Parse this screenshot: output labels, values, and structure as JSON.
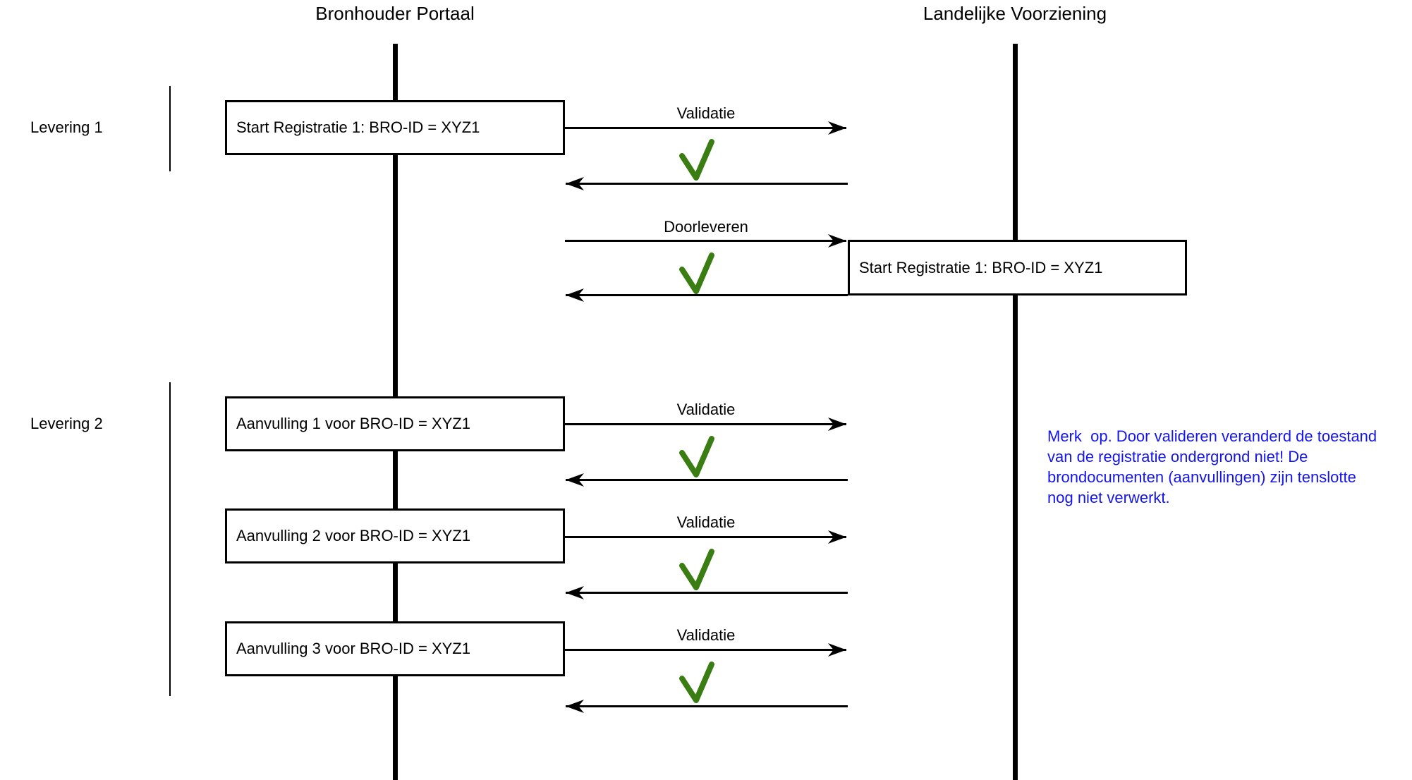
{
  "lifelines": [
    {
      "label": "Bronhouder Portaal"
    },
    {
      "label": "Landelijke Voorziening"
    }
  ],
  "groups": [
    {
      "label": "Levering 1"
    },
    {
      "label": "Levering 2"
    }
  ],
  "boxes": [
    {
      "label": "Start Registratie 1: BRO-ID = XYZ1"
    },
    {
      "label": "Start Registratie 1: BRO-ID = XYZ1"
    },
    {
      "label": "Aanvulling 1 voor BRO-ID = XYZ1"
    },
    {
      "label": "Aanvulling 2 voor BRO-ID = XYZ1"
    },
    {
      "label": "Aanvulling 3 voor BRO-ID = XYZ1"
    }
  ],
  "messages": [
    {
      "label": "Validatie"
    },
    {
      "label": "Doorleveren"
    },
    {
      "label": "Validatie"
    },
    {
      "label": "Validatie"
    },
    {
      "label": "Validatie"
    }
  ],
  "note": {
    "lines": [
      "Merk  op. Door valideren veranderd de toestand",
      "van de registratie ondergrond niet! De",
      "brondocumenten (aanvullingen) zijn tenslotte",
      "nog niet verwerkt."
    ]
  },
  "icons": {
    "validation_result": "green-checkmark"
  },
  "colors": {
    "check_green": "#3A7D12",
    "note_blue": "#1414EE",
    "line_black": "#000000"
  }
}
